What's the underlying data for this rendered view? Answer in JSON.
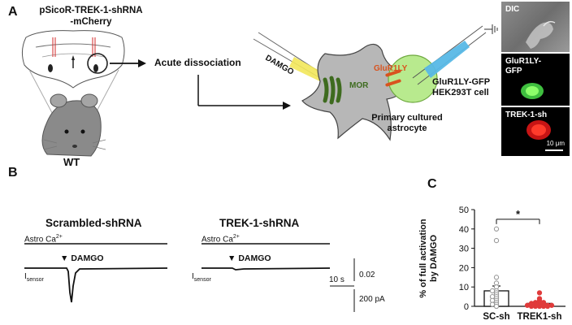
{
  "panel_a": {
    "label": "A",
    "construct_line1": "pSicoR-TREK-1-shRNA",
    "construct_line2": "-mCherry",
    "mouse_label": "WT",
    "step_label": "Acute dissociation",
    "pipette_drug": "DAMGO",
    "receptor_label": "MOR",
    "sensor_label": "GluR1LY",
    "hek_line1": "GluR1LY-GFP",
    "hek_line2": "HEK293T cell",
    "astro_line1": "Primary cultured",
    "astro_line2": "astrocyte",
    "micro_dic": "DIC",
    "micro_gfp_line1": "GluR1LY-",
    "micro_gfp_line2": "GFP",
    "micro_trek": "TREK-1-sh",
    "scalebar": "10 μm",
    "colors": {
      "gfp": "#7cd64a",
      "mcherry": "#e0231e",
      "pipette_yellow": "#f2e75a",
      "pipette_blue": "#57b8e6",
      "receptor": "#3e6b1f",
      "sensor": "#d9531e"
    }
  },
  "panel_b": {
    "label": "B",
    "left_title": "Scrambled-shRNA",
    "right_title": "TREK-1-shRNA",
    "astro_label": "Astro Ca",
    "astro_sup": "2+",
    "drug_label": "DAMGO",
    "isensor_main": "I",
    "isensor_sub": "sensor",
    "scale_ratio": "0.02",
    "scale_time": "10 s",
    "scale_current": "200 pA"
  },
  "chart_data": {
    "type": "bar",
    "title": "C",
    "ylabel": "% of full activation by DAMGO",
    "ylabel_line1": "% of full activation",
    "ylabel_line2": "by DAMGO",
    "ylim": [
      0,
      50
    ],
    "yticks": [
      "0",
      "10",
      "20",
      "30",
      "40",
      "50"
    ],
    "categories": [
      "SC-sh",
      "TREK1-sh"
    ],
    "values": [
      8,
      1.5
    ],
    "errors": [
      2.5,
      0.5
    ],
    "significance": "*",
    "points": [
      [
        40,
        34,
        15,
        12,
        10,
        8,
        8,
        7,
        6,
        5,
        5,
        4,
        3,
        3,
        2,
        1,
        1,
        0
      ],
      [
        7,
        4,
        3,
        2,
        2,
        2,
        1.5,
        1,
        1,
        1,
        1,
        0.5,
        0.5,
        0.5,
        0,
        0,
        0,
        0,
        0
      ]
    ],
    "point_colors": [
      "#9a9a9a",
      "#e03b3b"
    ]
  }
}
